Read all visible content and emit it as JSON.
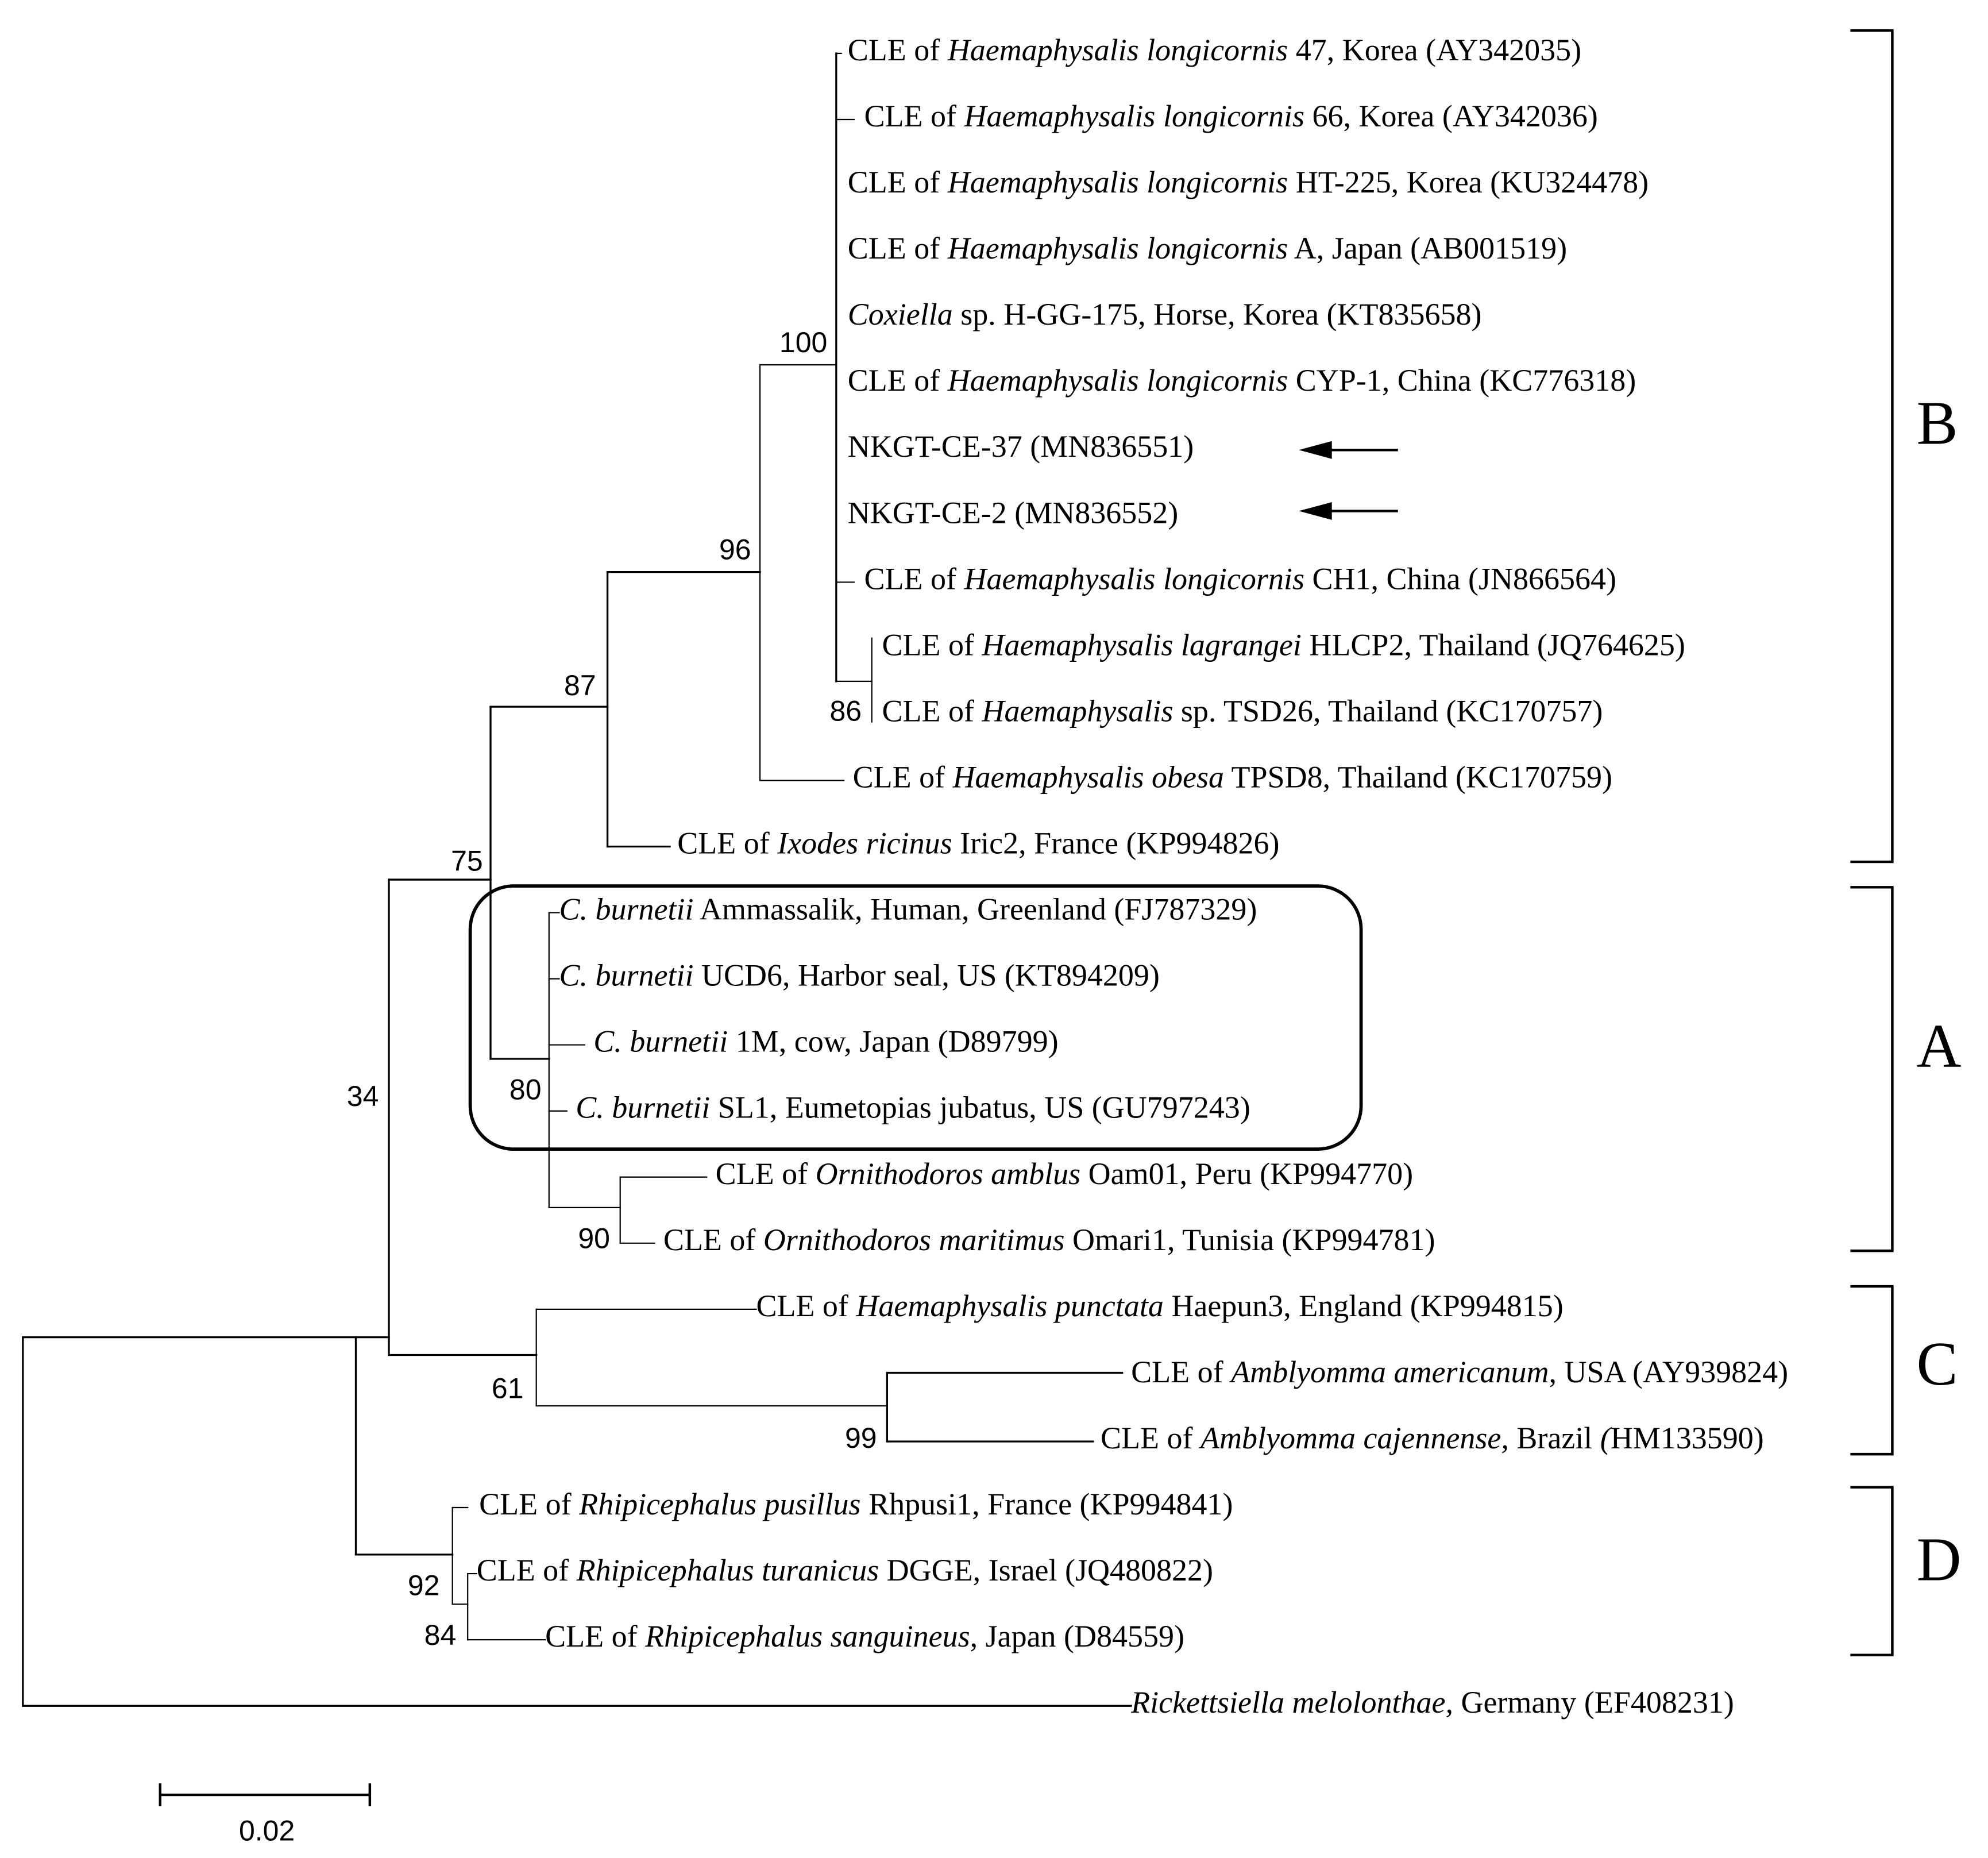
{
  "scale_bar": {
    "label": "0.02"
  },
  "clades": [
    {
      "id": "B",
      "label": "B"
    },
    {
      "id": "A",
      "label": "A"
    },
    {
      "id": "C",
      "label": "C"
    },
    {
      "id": "D",
      "label": "D"
    }
  ],
  "marked_sequences": [
    "NKGT-CE-37 (MN836551)",
    "NKGT-CE-2 (MN836552)"
  ],
  "leaves": [
    {
      "id": "L1",
      "parts": [
        {
          "t": "CLE of "
        },
        {
          "t": "Haemaphysalis longicornis",
          "i": true
        },
        {
          "t": " 47, Korea (AY342035)"
        }
      ]
    },
    {
      "id": "L2",
      "parts": [
        {
          "t": "CLE of "
        },
        {
          "t": "Haemaphysalis longicornis",
          "i": true
        },
        {
          "t": " 66, Korea (AY342036)"
        }
      ]
    },
    {
      "id": "L3",
      "parts": [
        {
          "t": "CLE of "
        },
        {
          "t": "Haemaphysalis longicornis",
          "i": true
        },
        {
          "t": " HT-225, Korea (KU324478)"
        }
      ]
    },
    {
      "id": "L4",
      "parts": [
        {
          "t": "CLE of "
        },
        {
          "t": "Haemaphysalis longicornis",
          "i": true
        },
        {
          "t": " A, Japan (AB001519)"
        }
      ]
    },
    {
      "id": "L5",
      "parts": [
        {
          "t": "Coxiella",
          "i": true
        },
        {
          "t": " sp. H-GG-175, Horse, Korea (KT835658)"
        }
      ]
    },
    {
      "id": "L6",
      "parts": [
        {
          "t": "CLE of "
        },
        {
          "t": "Haemaphysalis longicornis",
          "i": true
        },
        {
          "t": " CYP-1, China (KC776318)"
        }
      ]
    },
    {
      "id": "L7",
      "parts": [
        {
          "t": "NKGT-CE-37 (MN836551)"
        }
      ]
    },
    {
      "id": "L8",
      "parts": [
        {
          "t": "NKGT-CE-2 (MN836552)"
        }
      ]
    },
    {
      "id": "L9",
      "parts": [
        {
          "t": "CLE of "
        },
        {
          "t": "Haemaphysalis longicornis",
          "i": true
        },
        {
          "t": " CH1, China (JN866564)"
        }
      ]
    },
    {
      "id": "L10",
      "parts": [
        {
          "t": "CLE of "
        },
        {
          "t": "Haemaphysalis lagrangei",
          "i": true
        },
        {
          "t": " HLCP2, Thailand (JQ764625)"
        }
      ]
    },
    {
      "id": "L11",
      "parts": [
        {
          "t": "CLE of "
        },
        {
          "t": "Haemaphysalis",
          "i": true
        },
        {
          "t": " sp. TSD26, Thailand (KC170757)"
        }
      ]
    },
    {
      "id": "L12",
      "parts": [
        {
          "t": "CLE of "
        },
        {
          "t": "Haemaphysalis obesa",
          "i": true
        },
        {
          "t": " TPSD8, Thailand (KC170759)"
        }
      ]
    },
    {
      "id": "L13",
      "parts": [
        {
          "t": "CLE of "
        },
        {
          "t": "Ixodes ricinus",
          "i": true
        },
        {
          "t": " Iric2, France (KP994826)"
        }
      ]
    },
    {
      "id": "L14",
      "parts": [
        {
          "t": "C. burnetii",
          "i": true
        },
        {
          "t": " Ammassalik, Human, Greenland (FJ787329)"
        }
      ]
    },
    {
      "id": "L15",
      "parts": [
        {
          "t": "C. burnetii",
          "i": true
        },
        {
          "t": " UCD6, Harbor seal, US (KT894209)"
        }
      ]
    },
    {
      "id": "L16",
      "parts": [
        {
          "t": "C. burnetii",
          "i": true
        },
        {
          "t": " 1M, cow, Japan (D89799)"
        }
      ]
    },
    {
      "id": "L17",
      "parts": [
        {
          "t": "C. burnetii",
          "i": true
        },
        {
          "t": " SL1, Eumetopias jubatus, US (GU797243)"
        }
      ]
    },
    {
      "id": "L18",
      "parts": [
        {
          "t": "CLE of "
        },
        {
          "t": "Ornithodoros amblus",
          "i": true
        },
        {
          "t": " Oam01, Peru (KP994770)"
        }
      ]
    },
    {
      "id": "L19",
      "parts": [
        {
          "t": "CLE of "
        },
        {
          "t": "Ornithodoros maritimus",
          "i": true
        },
        {
          "t": " Omari1, Tunisia (KP994781)"
        }
      ]
    },
    {
      "id": "L20",
      "parts": [
        {
          "t": "CLE of "
        },
        {
          "t": "Haemaphysalis punctata",
          "i": true
        },
        {
          "t": " Haepun3, England (KP994815)"
        }
      ]
    },
    {
      "id": "L21",
      "parts": [
        {
          "t": "CLE of "
        },
        {
          "t": "Amblyomma americanum",
          "i": true
        },
        {
          "t": ", USA (AY939824)"
        }
      ]
    },
    {
      "id": "L22",
      "parts": [
        {
          "t": "CLE of "
        },
        {
          "t": "Amblyomma cajennense,",
          "i": true
        },
        {
          "t": " Brazil "
        },
        {
          "t": "(",
          "i": true
        },
        {
          "t": "HM133590)"
        }
      ]
    },
    {
      "id": "L23",
      "parts": [
        {
          "t": "CLE of "
        },
        {
          "t": "Rhipicephalus pusillus",
          "i": true
        },
        {
          "t": " Rhpusi1, France (KP994841)"
        }
      ]
    },
    {
      "id": "L24",
      "parts": [
        {
          "t": "CLE of "
        },
        {
          "t": "Rhipicephalus turanicus",
          "i": true
        },
        {
          "t": " DGGE, Israel (JQ480822)"
        }
      ]
    },
    {
      "id": "L25",
      "parts": [
        {
          "t": "CLE of "
        },
        {
          "t": "Rhipicephalus sanguineus",
          "i": true
        },
        {
          "t": ", Japan (D84559)"
        }
      ]
    },
    {
      "id": "L26",
      "parts": [
        {
          "t": "Rickettsiella melolonthae,",
          "i": true
        },
        {
          "t": " Germany (EF408231)"
        }
      ]
    }
  ],
  "support_values": [
    {
      "node": "n100",
      "value": "100"
    },
    {
      "node": "n96",
      "value": "96"
    },
    {
      "node": "n87",
      "value": "87"
    },
    {
      "node": "n86",
      "value": "86"
    },
    {
      "node": "n75",
      "value": "75"
    },
    {
      "node": "n80",
      "value": "80"
    },
    {
      "node": "n90",
      "value": "90"
    },
    {
      "node": "n34",
      "value": "34"
    },
    {
      "node": "n61",
      "value": "61"
    },
    {
      "node": "n99",
      "value": "99"
    },
    {
      "node": "n92",
      "value": "92"
    },
    {
      "node": "n84",
      "value": "84"
    }
  ]
}
